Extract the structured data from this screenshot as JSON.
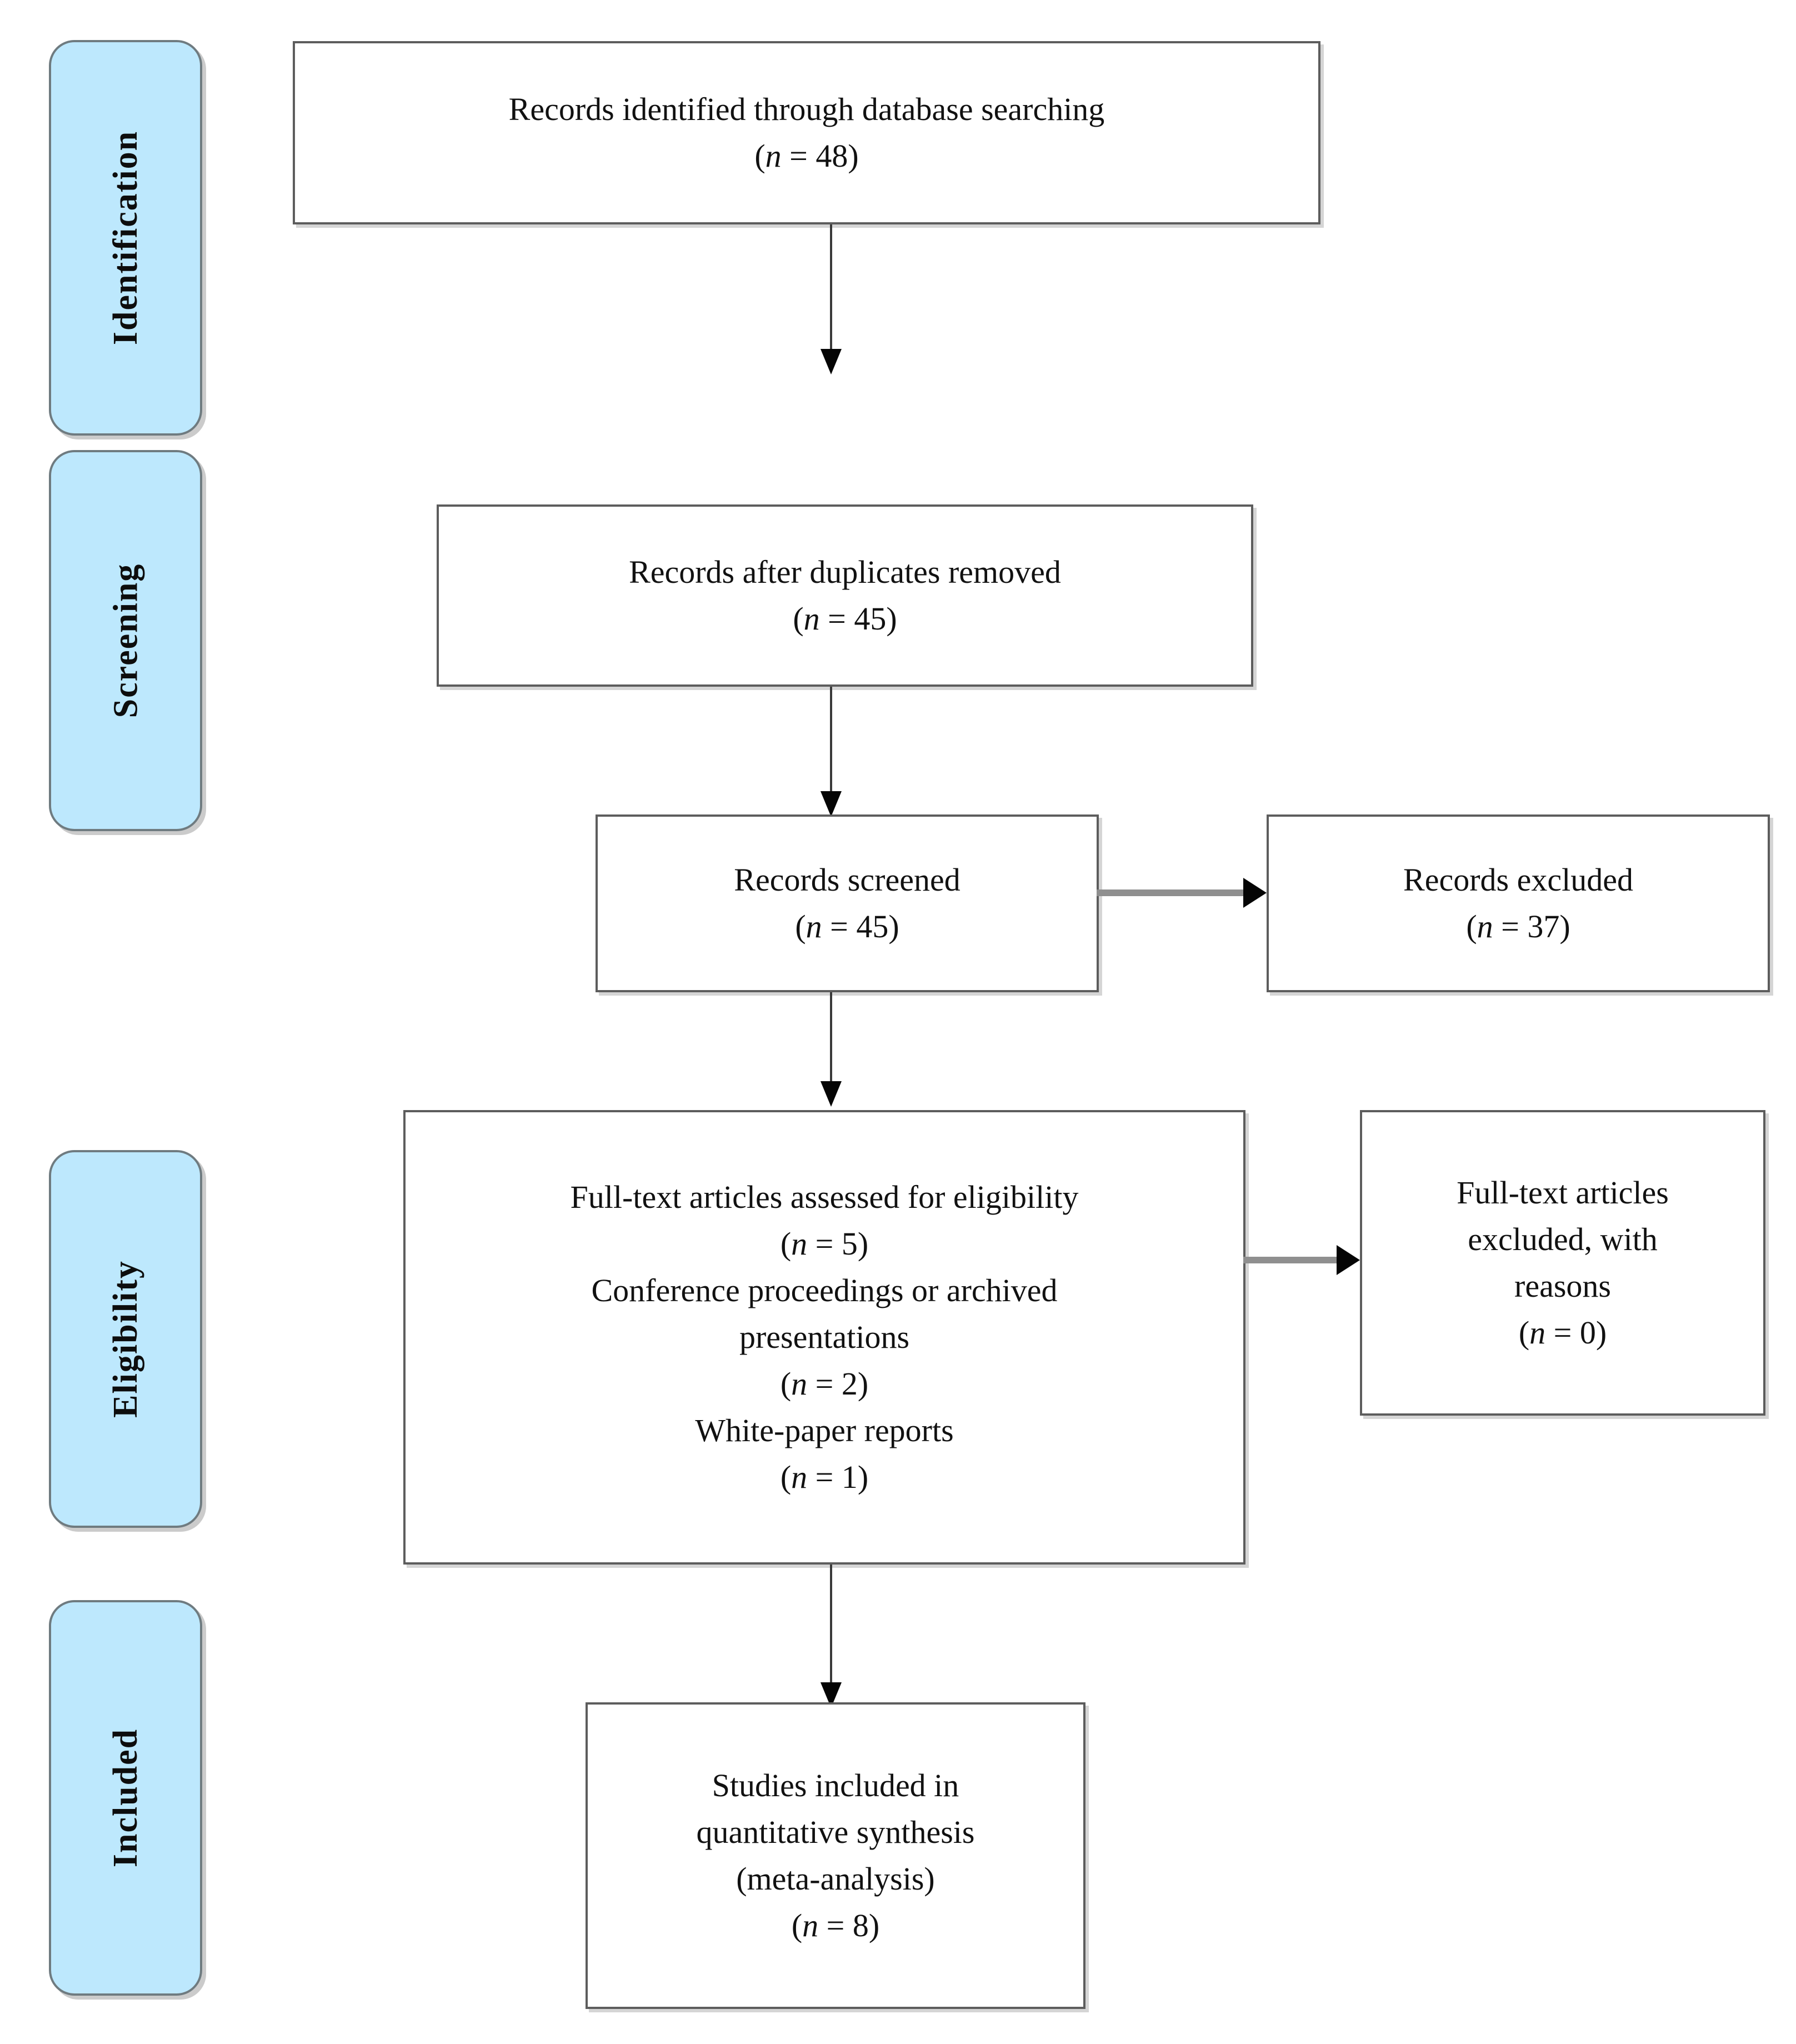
{
  "diagram": {
    "type": "prisma-flow-diagram",
    "accent_blue": "#bde8fd",
    "box_border": "#5d5d5d",
    "pill_border": "#6f7b80",
    "stages": [
      {
        "id": "identification",
        "label": "Identification"
      },
      {
        "id": "screening",
        "label": "Screening"
      },
      {
        "id": "eligibility",
        "label": "Eligibility"
      },
      {
        "id": "included",
        "label": "Included"
      }
    ],
    "boxes": {
      "identified": {
        "id": "records-identified",
        "line1": "Records identified through database searching",
        "line2_prefix": "(",
        "line2_italic": "n",
        "line2_suffix": " = 48)",
        "count": 48
      },
      "duplicates_removed": {
        "id": "records-after-duplicates-removed",
        "line1": "Records after duplicates removed",
        "line2_prefix": "(",
        "line2_italic": "n",
        "line2_suffix": " = 45)",
        "count": 45
      },
      "screened": {
        "id": "records-screened",
        "line1": "Records screened",
        "line2_prefix": "(",
        "line2_italic": "n",
        "line2_suffix": " = 45)",
        "count": 45
      },
      "excluded": {
        "id": "records-excluded",
        "line1": "Records excluded",
        "line2_prefix": "(",
        "line2_italic": "n",
        "line2_suffix": " = 37)",
        "count": 37
      },
      "eligibility": {
        "id": "full-text-assessed",
        "line1": "Full-text articles assessed for eligibility",
        "line2_prefix": "(",
        "line2_italic": "n",
        "line2_suffix": " = 5)",
        "line3": "Conference proceedings or archived",
        "line4": "presentations",
        "line5_prefix": "(",
        "line5_italic": "n",
        "line5_suffix": " = 2)",
        "line6": "White-paper reports",
        "line7_prefix": "(",
        "line7_italic": "n",
        "line7_suffix": " = 1)",
        "counts": {
          "assessed": 5,
          "conference_proceedings": 2,
          "white_papers": 1
        }
      },
      "full_text_excluded": {
        "id": "full-text-excluded",
        "line1": "Full-text articles",
        "line2": "excluded, with",
        "line3": "reasons",
        "line4_prefix": "(",
        "line4_italic": "n",
        "line4_suffix": " = 0)",
        "count": 0
      },
      "included": {
        "id": "studies-included",
        "line1": "Studies included in",
        "line2": "quantitative synthesis",
        "line3": "(meta-analysis)",
        "line4_prefix": "(",
        "line4_italic": "n",
        "line4_suffix": " = 8)",
        "count": 8
      }
    }
  }
}
